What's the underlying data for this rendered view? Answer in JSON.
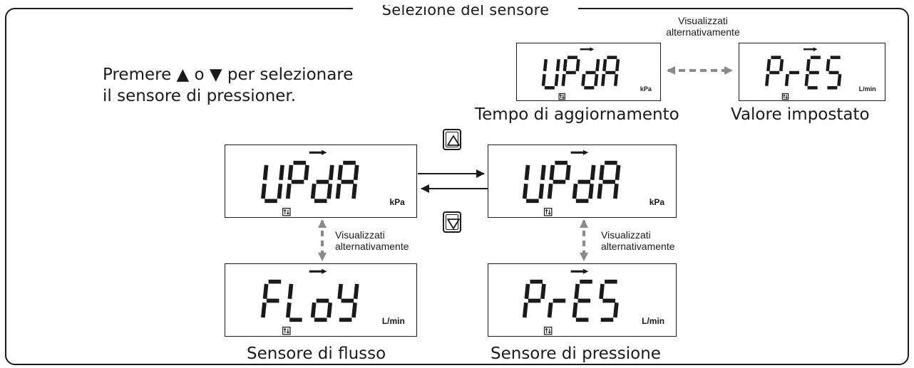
{
  "frame_title": "Selezione del sensore",
  "instructions": {
    "line1": "Premere ▲ o ▼ per selezionare",
    "line2": "il sensore di pressioner."
  },
  "alternate_label": {
    "line1": "Visualizzati",
    "line2": "alternativamente"
  },
  "keys": {
    "up": "triangle-up-icon",
    "down": "triangle-down-icon"
  },
  "displays": {
    "updating_time": {
      "text": "UPdR",
      "unit": "kPa",
      "caption": "Tempo di aggiornamento"
    },
    "setpoint": {
      "text": "PrES",
      "unit": "L/min",
      "caption": "Valore impostato"
    },
    "main_left": {
      "text": "UPdR",
      "unit": "kPa"
    },
    "main_right": {
      "text": "UPdR",
      "unit": "kPa"
    },
    "flow": {
      "text": "FLoY",
      "unit": "L/min",
      "caption": "Sensore di flusso"
    },
    "pressure": {
      "text": "PrES",
      "unit": "L/min",
      "caption": "Sensore di pressione"
    }
  },
  "colors": {
    "line": "#1a1a1a",
    "dashed_arrow": "#8a8a8a"
  }
}
